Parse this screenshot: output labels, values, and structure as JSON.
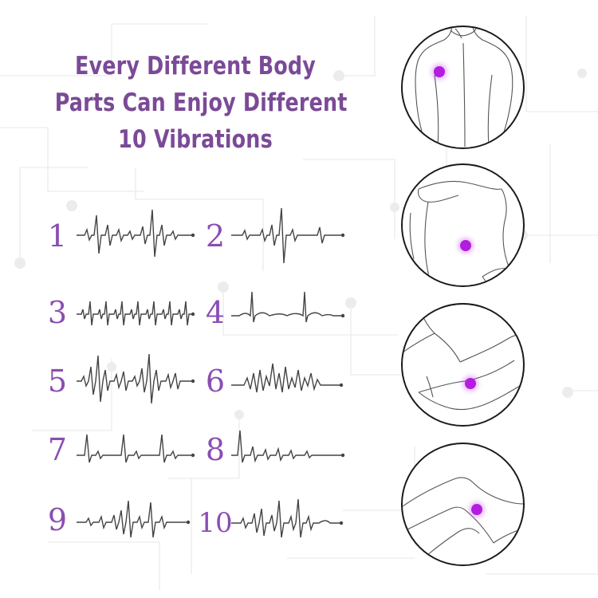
{
  "headline": {
    "lines": [
      "Every Different Body",
      "Parts Can Enjoy Different",
      "10 Vibrations"
    ],
    "color": "#7b4a97"
  },
  "accent_color": "#8a4db3",
  "dot_color": "#b31de0",
  "modes": [
    "1",
    "2",
    "3",
    "4",
    "5",
    "6",
    "7",
    "8",
    "9",
    "10"
  ],
  "body_parts": [
    {
      "name": "shoulder-back-illustration"
    },
    {
      "name": "abdomen-illustration"
    },
    {
      "name": "arm-illustration"
    },
    {
      "name": "knee-illustration"
    }
  ]
}
